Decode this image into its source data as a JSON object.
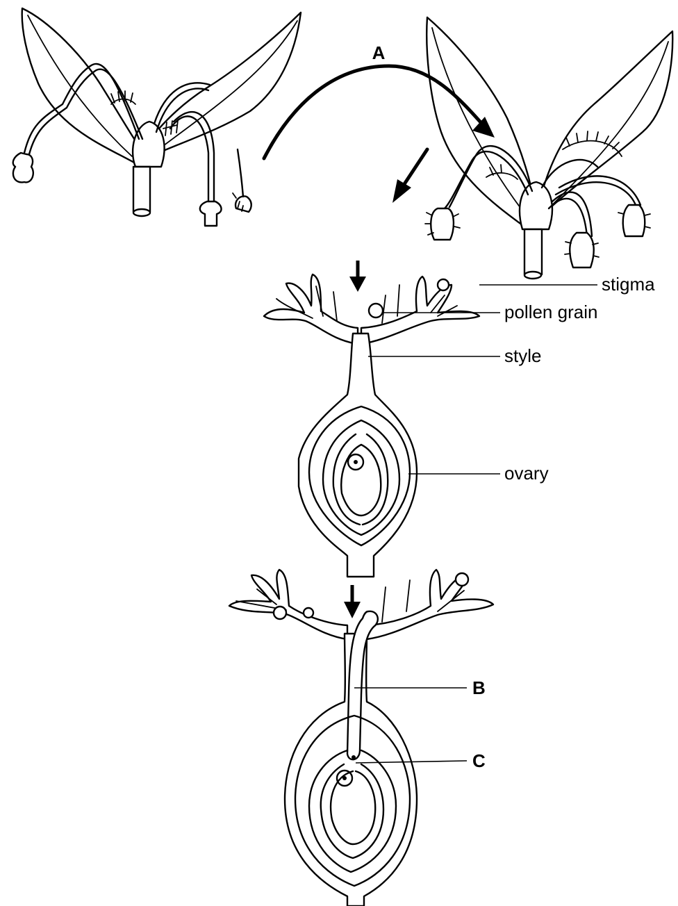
{
  "labels": {
    "arrow_a": "A",
    "stigma": "stigma",
    "pollen_grain": "pollen grain",
    "style": "style",
    "ovary": "ovary",
    "pollen_tube": "B",
    "nucleus": "C"
  }
}
